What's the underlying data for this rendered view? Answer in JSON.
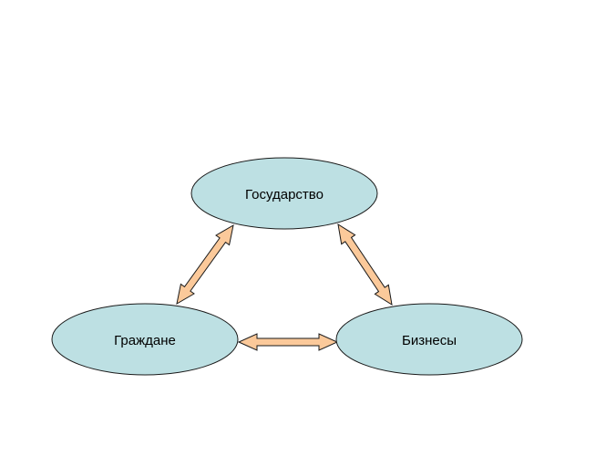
{
  "nodes": {
    "state": {
      "label": "Государство"
    },
    "citizens": {
      "label": "Граждане"
    },
    "businesses": {
      "label": "Бизнесы"
    }
  },
  "colors": {
    "node_fill": "#bde0e3",
    "node_stroke": "#1a1a1a",
    "arrow_fill": "#fbc99a",
    "arrow_stroke": "#1a1a1a"
  }
}
